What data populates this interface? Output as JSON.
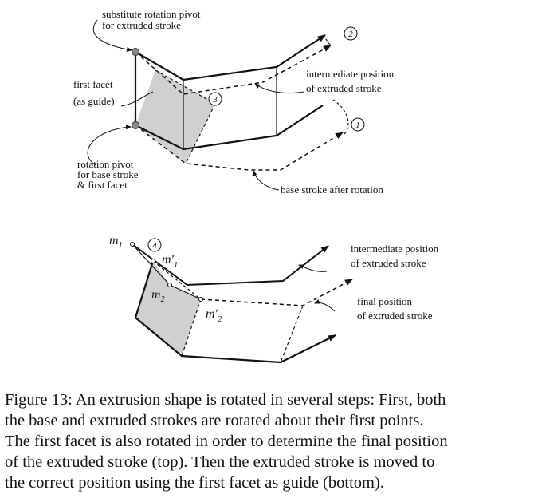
{
  "figure": {
    "top": {
      "labels": {
        "pivot_sub_1": "substitute rotation pivot",
        "pivot_sub_2": "for extruded stroke",
        "first_facet_1": "first facet",
        "first_facet_2": "(as guide)",
        "rot_pivot_1": "rotation pivot",
        "rot_pivot_2": "for base stroke",
        "rot_pivot_3": "& first facet",
        "inter_1": "intermediate position",
        "inter_2": "of extruded stroke",
        "base_after": "base stroke after rotation"
      },
      "markers": [
        "1",
        "2",
        "3"
      ]
    },
    "bottom": {
      "labels": {
        "inter_1": "intermediate position",
        "inter_2": "of extruded stroke",
        "final_1": "final position",
        "final_2": "of extruded stroke"
      },
      "points": {
        "m1": "m",
        "m1_sub": "1",
        "m1p": "m′",
        "m1p_sub": "1",
        "m2": "m",
        "m2_sub": "2",
        "m2p": "m′",
        "m2p_sub": "2"
      },
      "markers": [
        "4"
      ]
    }
  },
  "caption": {
    "lines": [
      "Figure 13: An extrusion shape is rotated in several steps: First, both",
      "the base and extruded strokes are rotated about their first points.",
      "The first facet is also rotated in order to determine the final position",
      "of the extruded stroke (top). Then the extruded stroke is moved to",
      "the correct position using the first facet as guide (bottom)."
    ]
  }
}
